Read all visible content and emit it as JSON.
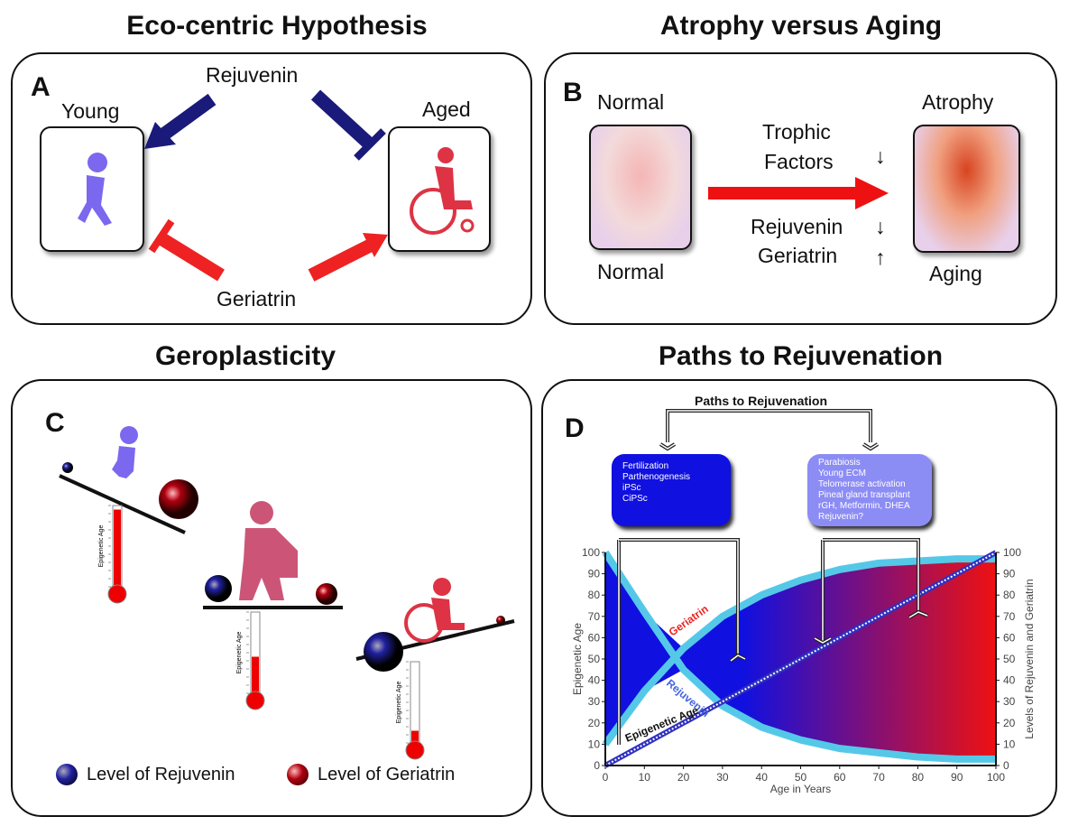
{
  "panelA": {
    "title": "Eco-centric Hypothesis",
    "letter": "A",
    "rejuvenin": "Rejuvenin",
    "geriatrin": "Geriatrin",
    "young": "Young",
    "aged": "Aged"
  },
  "panelB": {
    "title": "Atrophy versus Aging",
    "letter": "B",
    "normal_top": "Normal",
    "normal_bottom": "Normal",
    "atrophy": "Atrophy",
    "aging": "Aging",
    "trophic": "Trophic",
    "factors": "Factors",
    "rejuvenin": "Rejuvenin",
    "geriatrin": "Geriatrin",
    "down1": "↓",
    "down2": "↓",
    "up": "↑"
  },
  "panelC": {
    "title": "Geroplasticity",
    "letter": "C",
    "thermo_label": "Epigenetic Age",
    "thermometers": [
      {
        "level": 0.95
      },
      {
        "level": 0.45
      },
      {
        "level": 0.15
      }
    ],
    "legend_rejuvenin": "Level of Rejuvenin",
    "legend_geriatrin": "Level of Geriatrin"
  },
  "panelD": {
    "title": "Paths to Rejuvenation",
    "letter": "D",
    "inner_title": "Paths to Rejuvenation",
    "box_left": [
      "Fertilization",
      "Parthenogenesis",
      "iPSc",
      "CiPSc"
    ],
    "box_right": [
      "Parabiosis",
      "Young ECM",
      "Telomerase activation",
      "Pineal gland transplant",
      "rGH, Metformin, DHEA",
      "Rejuvenin?"
    ]
  },
  "colors": {
    "rejuvenin": "#1010e0",
    "geriatrin": "#ee1111",
    "curve": "#55c8e8",
    "arrow_blue": "#1a1a7a",
    "arrow_red": "#ee2222"
  },
  "chart_data": {
    "type": "area",
    "xlabel": "Age in Years",
    "ylabel": "Epigenetic Age",
    "ylabel_right": "Levels of Rejuvenin and Geriatrin",
    "xlim": [
      0,
      100
    ],
    "ylim": [
      0,
      100
    ],
    "xticks": [
      "0",
      "10",
      "20",
      "30",
      "40",
      "50",
      "60",
      "70",
      "80",
      "90",
      "100"
    ],
    "yticks": [
      "0",
      "10",
      "20",
      "30",
      "40",
      "50",
      "60",
      "70",
      "80",
      "90",
      "100"
    ],
    "x": [
      0,
      10,
      20,
      30,
      40,
      50,
      60,
      70,
      80,
      90,
      100
    ],
    "series": [
      {
        "name": "Geriatrin",
        "values": [
          10,
          35,
          55,
          70,
          80,
          87,
          92,
          95,
          96,
          97,
          97
        ]
      },
      {
        "name": "Rejuvenin",
        "values": [
          100,
          72,
          45,
          28,
          18,
          12,
          8,
          6,
          4,
          3,
          3
        ]
      },
      {
        "name": "Epigenetic Age",
        "values": [
          0,
          10,
          20,
          30,
          40,
          50,
          60,
          70,
          80,
          90,
          100
        ]
      }
    ]
  }
}
